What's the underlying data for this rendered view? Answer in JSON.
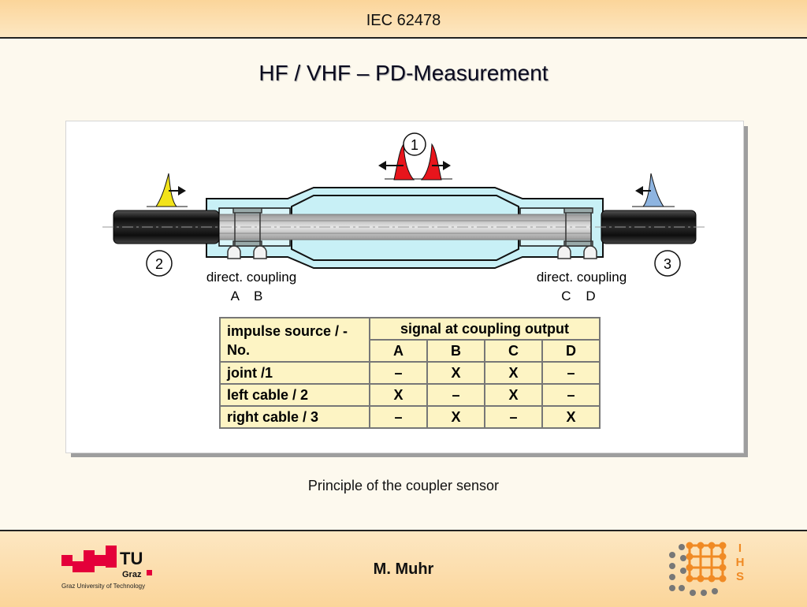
{
  "header": {
    "title": "IEC 62478"
  },
  "slide": {
    "title": "HF / VHF – PD-Measurement"
  },
  "diagram": {
    "source_joint": "1",
    "source_left": "2",
    "source_right": "3",
    "coupling_left": {
      "label": "direct. coupling",
      "sensors": "A    B"
    },
    "coupling_right": {
      "label": "direct. coupling",
      "sensors": "C    D"
    },
    "colors": {
      "joint_body": "#c8f0f6",
      "pulse_joint": "#e8151c",
      "pulse_left": "#f2e31a",
      "pulse_right": "#8eb4e0",
      "cable": "#1a1a1a",
      "table_bg": "#fdf4c4"
    }
  },
  "table": {
    "row_header": "impulse source / - No.",
    "group_header": "signal at coupling output",
    "columns": [
      "A",
      "B",
      "C",
      "D"
    ],
    "rows": [
      {
        "label": "joint /1",
        "cells": [
          "–",
          "X",
          "X",
          "–"
        ]
      },
      {
        "label": "left cable / 2",
        "cells": [
          "X",
          "–",
          "X",
          "–"
        ]
      },
      {
        "label": "right cable / 3",
        "cells": [
          "–",
          "X",
          "–",
          "X"
        ]
      }
    ]
  },
  "caption": "Principle of the coupler sensor",
  "footer": {
    "author": "M. Muhr",
    "tu_logo": {
      "mark": "TU",
      "sub": "Graz",
      "university": "Graz University of Technology"
    },
    "ihs_logo": {
      "letters": [
        "I",
        "H",
        "S"
      ]
    }
  }
}
